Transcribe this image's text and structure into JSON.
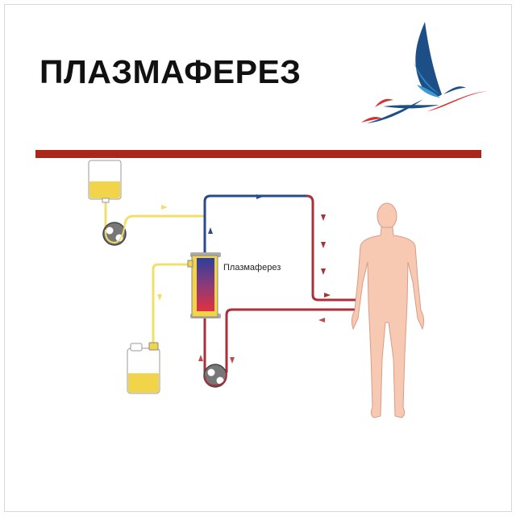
{
  "title": "ПЛАЗМАФЕРЕЗ",
  "diagram": {
    "filter_label": "Плазмаферез"
  },
  "colors": {
    "accent_bar": "#a9271b",
    "plasma": "#f2df6a",
    "venous_blood": "#2a4a8e",
    "arterial_blood": "#a8313a",
    "skin": "#f7c8b2"
  },
  "icons": [
    "bird-logo",
    "plasma-bag",
    "pump",
    "filter",
    "collection-canister",
    "human-figure"
  ]
}
